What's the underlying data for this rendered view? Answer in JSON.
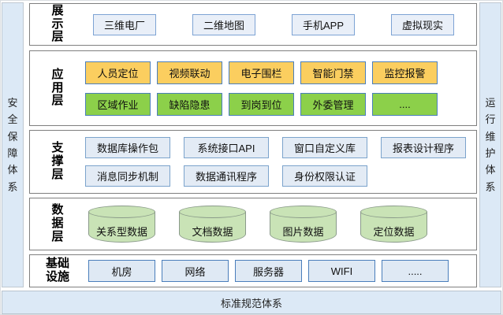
{
  "sidebars": {
    "left": "安全保障体系",
    "right": "运行维护体系",
    "bottom": "标准规范体系"
  },
  "layers": {
    "presentation": {
      "label": "展示层",
      "items": [
        "三维电厂",
        "二维地图",
        "手机APP",
        "虚拟现实"
      ]
    },
    "application": {
      "label": "应用层",
      "row1": [
        "人员定位",
        "视频联动",
        "电子围栏",
        "智能门禁",
        "监控报警"
      ],
      "row2": [
        "区域作业",
        "缺陷隐患",
        "到岗到位",
        "外委管理",
        "...."
      ]
    },
    "support": {
      "label": "支撑层",
      "row1": [
        "数据库操作包",
        "系统接口API",
        "窗口自定义库",
        "报表设计程序"
      ],
      "row2": [
        "消息同步机制",
        "数据通讯程序",
        "身份权限认证"
      ]
    },
    "data": {
      "label": "数据层",
      "items": [
        "关系型数据",
        "文档数据",
        "图片数据",
        "定位数据"
      ]
    },
    "infrastructure": {
      "label": "基础设施",
      "items": [
        "机房",
        "网络",
        "服务器",
        "WIFI",
        "....."
      ]
    }
  },
  "colors": {
    "app_yellow": "#FBCE5F",
    "app_green": "#8CD04A",
    "blue_box_fill": "#E3EBF5",
    "cylinder_green": "#C9E3B6",
    "panel_blue": "#DCE9F6",
    "box_border_blue": "#4A7EBB",
    "band_border_gray": "#7F7F7F"
  }
}
